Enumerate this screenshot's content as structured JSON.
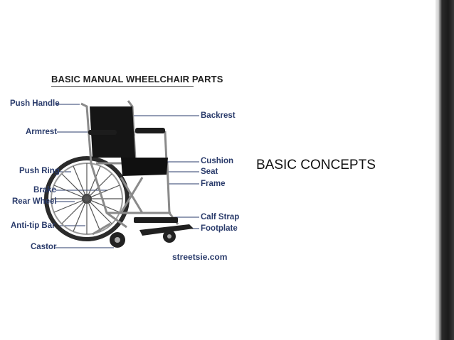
{
  "diagram": {
    "title": "BASIC MANUAL WHEELCHAIR PARTS",
    "labels_left": {
      "push_handle": "Push Handle",
      "armrest": "Armrest",
      "push_ring": "Push Ring",
      "brake": "Brake",
      "rear_wheel": "Rear Wheel",
      "anti_tip_bar": "Anti-tip Bar",
      "castor": "Castor"
    },
    "labels_right": {
      "backrest": "Backrest",
      "cushion": "Cushion",
      "seat": "Seat",
      "frame": "Frame",
      "calf_strap": "Calf Strap",
      "footplate": "Footplate"
    },
    "credit": "streetsie.com"
  },
  "slide": {
    "title": "BASIC CONCEPTS"
  },
  "colors": {
    "label_text": "#2a3b6b",
    "background": "#ffffff",
    "frame_metal": "#8a8a8a",
    "upholstery": "#151515"
  }
}
